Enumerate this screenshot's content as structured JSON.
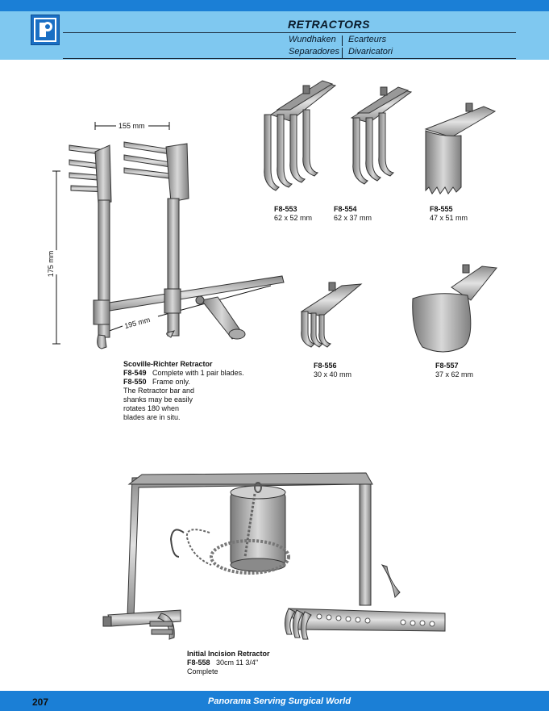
{
  "header": {
    "title": "RETRACTORS",
    "languages": [
      "Wundhaken",
      "Ecarteurs",
      "Separadores",
      "Divaricatori"
    ]
  },
  "dimensions": {
    "width_top": "155 mm",
    "height_left": "175 mm",
    "bar_length": "195 mm"
  },
  "products": [
    {
      "code": "F8-553",
      "size": "62 x 52 mm"
    },
    {
      "code": "F8-554",
      "size": "62 x 37 mm"
    },
    {
      "code": "F8-555",
      "size": "47 x 51 mm"
    },
    {
      "code": "F8-556",
      "size": "30 x 40 mm"
    },
    {
      "code": "F8-557",
      "size": "37 x 62 mm"
    }
  ],
  "scoville": {
    "title": "Scoville-Richter Retractor",
    "items": [
      {
        "code": "F8-549",
        "desc": "Complete with 1 pair blades."
      },
      {
        "code": "F8-550",
        "desc": "Frame only."
      }
    ],
    "note": [
      "The Retractor bar and",
      "shanks may be easily",
      "rotates 180 when",
      "blades are in situ."
    ]
  },
  "incision": {
    "title": "Initial Incision Retractor",
    "code": "F8-558",
    "desc": "30cm 11 3/4\"",
    "extra": "Complete"
  },
  "footer": {
    "page": "207",
    "tagline": "Panorama Serving Surgical World"
  },
  "colors": {
    "brand_blue": "#1b7fd6",
    "header_light": "#7fc8f0",
    "steel": "#9a9a9a"
  }
}
